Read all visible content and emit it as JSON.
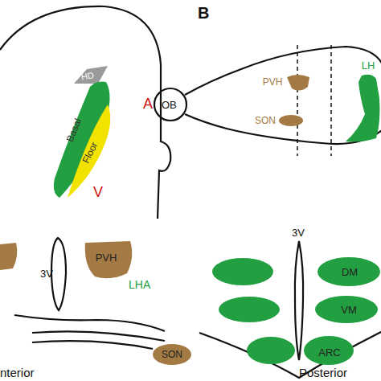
{
  "diagram": {
    "nodes": [
      {
        "text": [
          "HD"
        ]
      },
      {
        "text": [
          "Basal"
        ]
      },
      {
        "text": [
          "Floor"
        ],
        "in": 1
      },
      {
        "text": [
          "PVH"
        ]
      },
      {
        "text": [
          "SON"
        ]
      },
      {
        "text": [
          "LH"
        ]
      },
      {
        "text": [
          "PVH"
        ]
      },
      {
        "text": [
          "SON"
        ]
      },
      {
        "text": [
          "DM"
        ]
      },
      {
        "text": [
          "VM"
        ]
      },
      {
        "text": [
          "ARC"
        ]
      }
    ],
    "labels": [
      "V",
      "B",
      "A",
      "OB",
      "3V",
      "LHA",
      "nterior",
      "3V",
      "Posterior"
    ]
  }
}
